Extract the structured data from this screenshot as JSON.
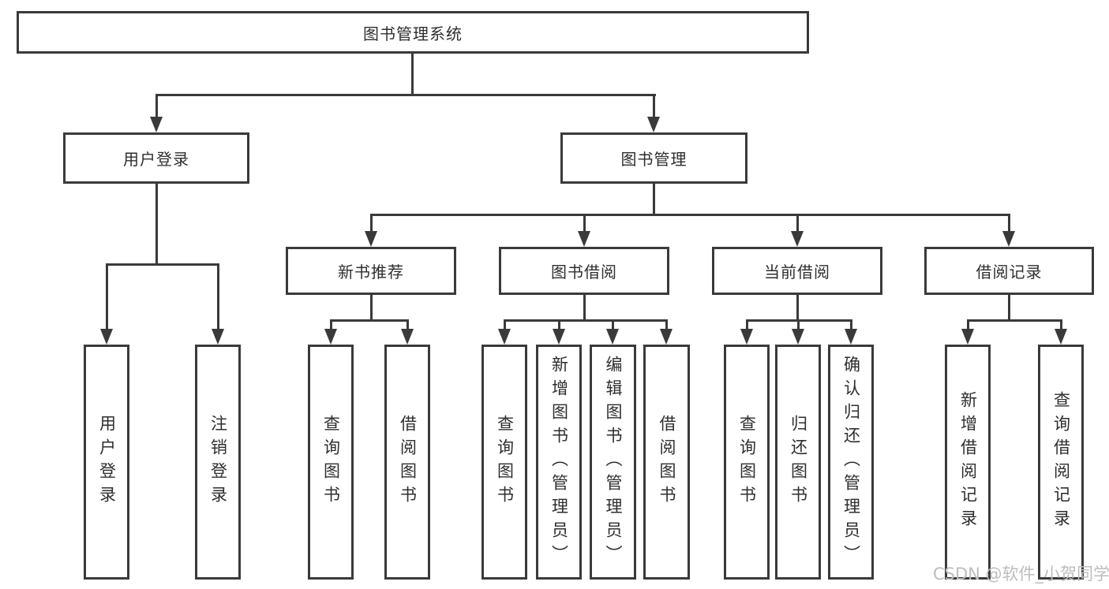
{
  "tree": {
    "root": "图书管理系统",
    "user_login": {
      "label": "用户登录",
      "children": [
        "用户登录",
        "注销登录"
      ]
    },
    "book_management": {
      "label": "图书管理",
      "sections": [
        {
          "label": "新书推荐",
          "children": [
            "查询图书",
            "借阅图书"
          ]
        },
        {
          "label": "图书借阅",
          "children": [
            "查询图书",
            "新增图书（管理员）",
            "编辑图书（管理员）",
            "借阅图书"
          ]
        },
        {
          "label": "当前借阅",
          "children": [
            "查询图书",
            "归还图书",
            "确认归还（管理员）"
          ]
        },
        {
          "label": "借阅记录",
          "children": [
            "新增借阅记录",
            "查询借阅记录"
          ]
        }
      ]
    }
  },
  "watermark": "CSDN @软件_小贺同学",
  "colors": {
    "line": "#3a3a3a",
    "box_border": "#3a3a3a",
    "text": "#2e2e2e",
    "watermark": "#bdbdbd",
    "background": "#ffffff"
  }
}
